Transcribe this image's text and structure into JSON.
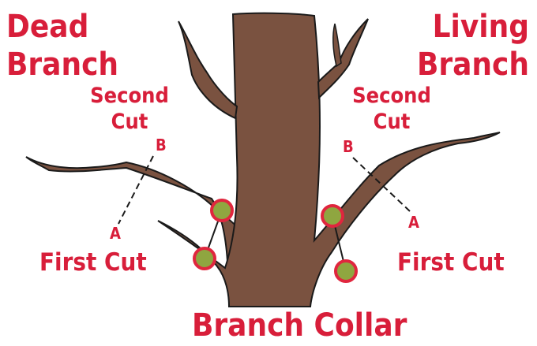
{
  "labels": {
    "dead_branch": [
      "Dead",
      "Branch"
    ],
    "living_branch": [
      "Living",
      "Branch"
    ],
    "second_cut_left": [
      "Second",
      "Cut"
    ],
    "second_cut_right": [
      "Second",
      "Cut"
    ],
    "first_cut_left": "First Cut",
    "first_cut_right": "First Cut",
    "branch_collar": "Branch Collar",
    "left_b": "B",
    "left_a": "A",
    "right_b": "B",
    "right_a": "A"
  },
  "colors": {
    "label_red": "#d81e3a",
    "bark": "#7a5240",
    "outline": "#1a1a1a",
    "collar_dot_fill": "#8fa640",
    "collar_dot_ring": "#e0263e"
  }
}
